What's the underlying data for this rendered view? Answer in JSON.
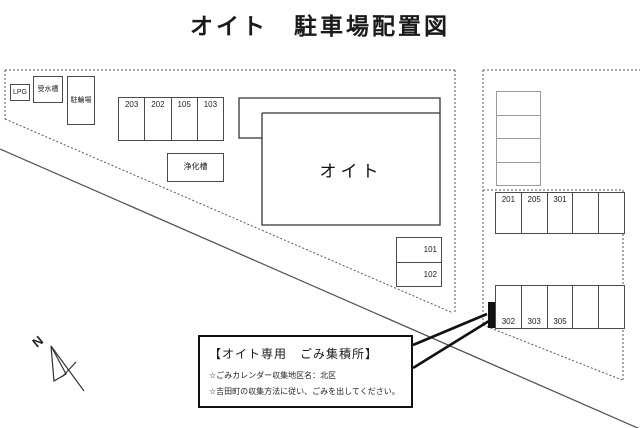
{
  "title": "オイト　駐車場配置図",
  "facilities": {
    "lpg": "LPG",
    "water_tank": "受水槽",
    "bicycle_parking": "駐輪場",
    "septic_tank": "浄化槽",
    "building": "オイト"
  },
  "parking": {
    "row_top": [
      "203",
      "202",
      "105",
      "103"
    ],
    "row_side": [
      "101",
      "102"
    ],
    "row_right_upper": [
      "201",
      "205",
      "301",
      "",
      ""
    ],
    "row_right_lower": [
      "302",
      "303",
      "305",
      "",
      ""
    ]
  },
  "callout": {
    "heading": "【オイト専用　ごみ集積所】",
    "line1": "☆ごみカレンダー収集地区名：北区",
    "line2": "☆吉田町の収集方法に従い、ごみを出してください。"
  },
  "compass": {
    "label": "N"
  },
  "colors": {
    "line": "#4a4a4a",
    "marker": "#111111"
  }
}
